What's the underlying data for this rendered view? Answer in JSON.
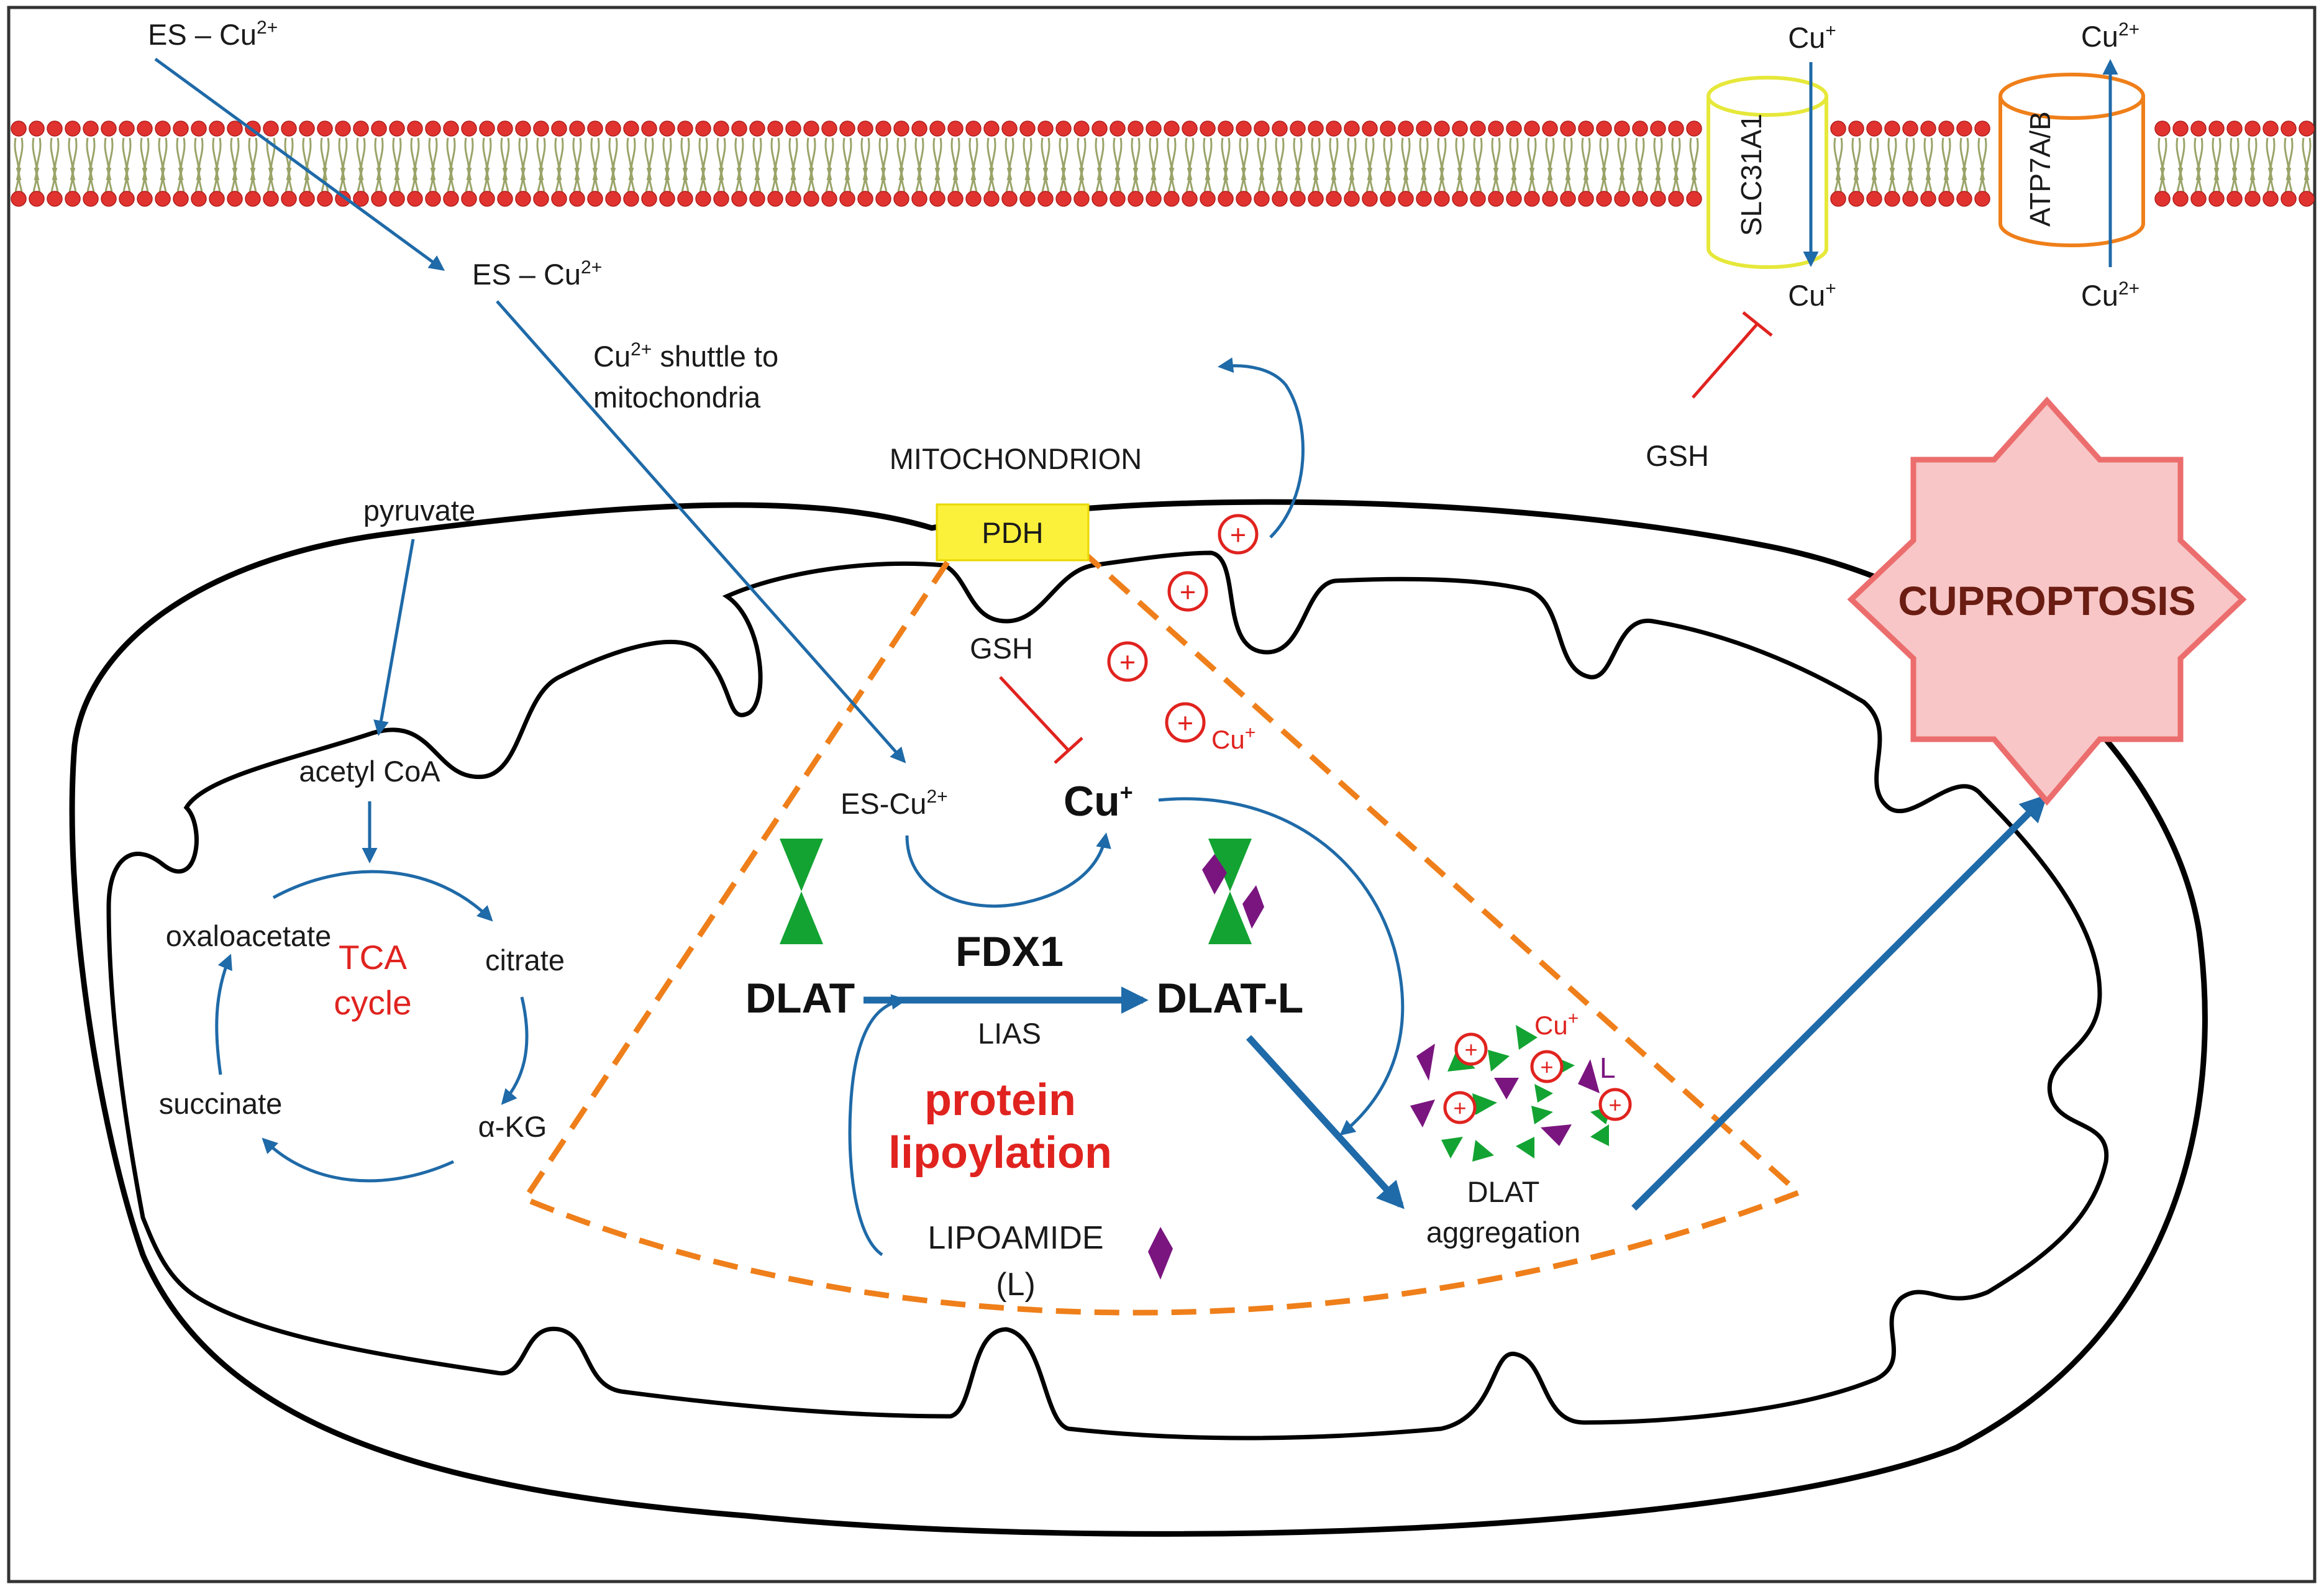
{
  "colors": {
    "arrow": "#1f6aa8",
    "inhibit": "#e0231f",
    "dashed": "#ef7f1a",
    "pdh": "#fbf03a",
    "lipid_head": "#e0332f",
    "lipid_tail": "#9aa469",
    "slc_channel": "#e6e83a",
    "atp_channel": "#ef7f1a",
    "star_fill": "#f8c6c6",
    "star_stroke": "#ec6d6d",
    "cuproptosis_text": "#6b1d13",
    "dlat_green": "#13a332",
    "lipoamide_purple": "#7a157f"
  },
  "labels": {
    "es_cu_top": "ES – Cu",
    "es_cu_top_sup": "2+",
    "es_cu_mid": "ES – Cu",
    "es_cu_mid_sup": "2+",
    "shuttle_line1_pre": "Cu",
    "shuttle_line1_sup": "2+",
    "shuttle_line1_post": " shuttle to",
    "shuttle_line2": "mitochondria",
    "mitochondrion": "MITOCHONDRION",
    "pdh": "PDH",
    "pyruvate": "pyruvate",
    "acetyl_coa": "acetyl CoA",
    "oxaloacetate": "oxaloacetate",
    "citrate": "citrate",
    "tca_line1": "TCA",
    "tca_line2": "cycle",
    "succinate": "succinate",
    "akg": "α-KG",
    "gsh_inner": "GSH",
    "gsh_outer": "GSH",
    "es_cu_inner": "ES-Cu",
    "es_cu_inner_sup": "2+",
    "cu_plus_big": "Cu",
    "cu_plus_big_sup": "+",
    "cu_plus_ion": "Cu",
    "cu_plus_ion_sup": "+",
    "fdx1": "FDX1",
    "dlat": "DLAT",
    "dlat_l": "DLAT-L",
    "lias": "LIAS",
    "protein_line1": "protein",
    "protein_line2": "lipoylation",
    "lipoamide_line1": "LIPOAMIDE",
    "lipoamide_line2": "(L)",
    "agg_cu": "Cu",
    "agg_cu_sup": "+",
    "agg_l": "L",
    "dlat_agg_line1": "DLAT",
    "dlat_agg_line2": "aggregation",
    "slc31a1": "SLC31A1",
    "atp7ab": "ATP7A/B",
    "cu_slc_top": "Cu",
    "cu_slc_top_sup": "+",
    "cu_slc_bottom": "Cu",
    "cu_slc_bottom_sup": "+",
    "cu_atp_top": "Cu",
    "cu_atp_top_sup": "2+",
    "cu_atp_bottom": "Cu",
    "cu_atp_bottom_sup": "2+",
    "cuproptosis": "CUPROPTOSIS",
    "plus_symbol": "+"
  }
}
